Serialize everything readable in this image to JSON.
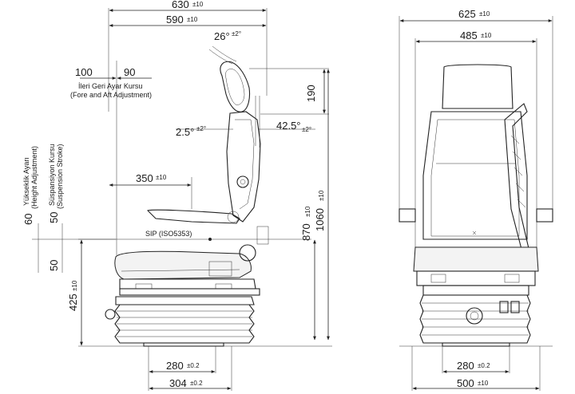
{
  "side_view": {
    "dim_overall_width": {
      "value": "630",
      "tol": "±10"
    },
    "dim_backrest_depth": {
      "value": "590",
      "tol": "±10"
    },
    "dim_headrest_angle": {
      "value": "26°",
      "tol": "±2°"
    },
    "fore_aft_values": {
      "left": "100",
      "right": "90"
    },
    "fore_aft_label_tr": "İleri Geri Ayar Kursu",
    "fore_aft_label_en": "(Fore and Aft Adjustment)",
    "dim_headrest_height": {
      "value": "190"
    },
    "dim_angle_front": {
      "value": "2.5°",
      "tol": "±2°"
    },
    "dim_angle_back": {
      "value": "42.5°",
      "tol": "±2°"
    },
    "height_adj_label_tr": "Yükseklik Ayarı",
    "height_adj_label_en": "(Height Adjustment)",
    "susp_label_tr": "Süspansiyon Kursu",
    "susp_label_en": "(Suspension Stroke)",
    "dim_armrest_depth": {
      "value": "350",
      "tol": "±10"
    },
    "dim_total_height": {
      "value": "1060",
      "tol": "±10"
    },
    "dim_height_adj": {
      "value": "60"
    },
    "dim_suspension": {
      "value": "50"
    },
    "dim_suspension_lower": {
      "value": "50"
    },
    "sip_label": "SIP (ISO5353)",
    "dim_sip_height": {
      "value": "870",
      "tol": "±10"
    },
    "dim_seat_height": {
      "value": "425",
      "tol": "±10"
    },
    "dim_base_inner": {
      "value": "280",
      "tol": "±0.2"
    },
    "dim_base_outer": {
      "value": "304",
      "tol": "±0.2"
    }
  },
  "front_view": {
    "dim_overall_width": {
      "value": "625",
      "tol": "±10"
    },
    "dim_backrest_width": {
      "value": "485",
      "tol": "±10"
    },
    "dim_base_inner": {
      "value": "280",
      "tol": "±0.2"
    },
    "dim_base_outer": {
      "value": "500",
      "tol": "±10"
    }
  }
}
